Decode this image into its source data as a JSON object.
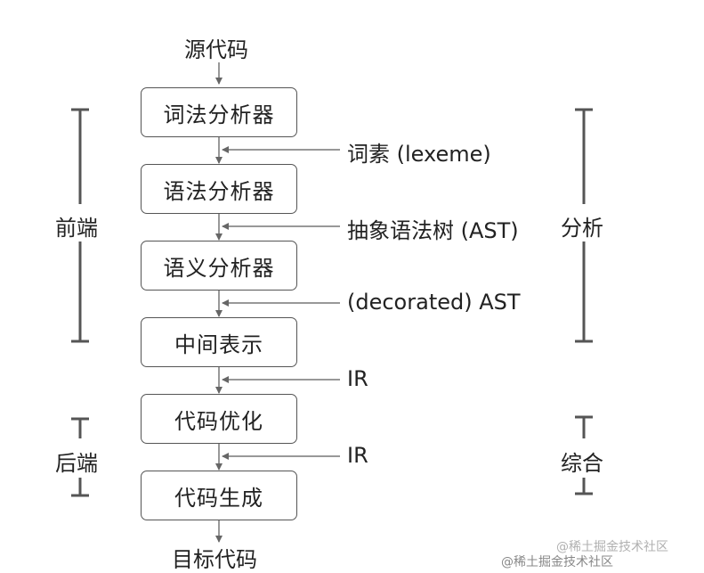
{
  "diagram": {
    "source": "源代码",
    "target": "目标代码",
    "stages": [
      "词法分析器",
      "语法分析器",
      "语义分析器",
      "中间表示",
      "代码优化",
      "代码生成"
    ],
    "intermediates": [
      "词素 (lexeme)",
      "抽象语法树 (AST)",
      "(decorated) AST",
      "IR",
      "IR"
    ],
    "left_groups": [
      "前端",
      "后端"
    ],
    "right_groups": [
      "分析",
      "综合"
    ]
  },
  "watermark": {
    "primary": "@稀土掘金技术社区",
    "secondary": "@稀土掘金技术社区"
  },
  "colors": {
    "line": "#555555",
    "text": "#222222",
    "watermark": "#aaaaaa"
  }
}
